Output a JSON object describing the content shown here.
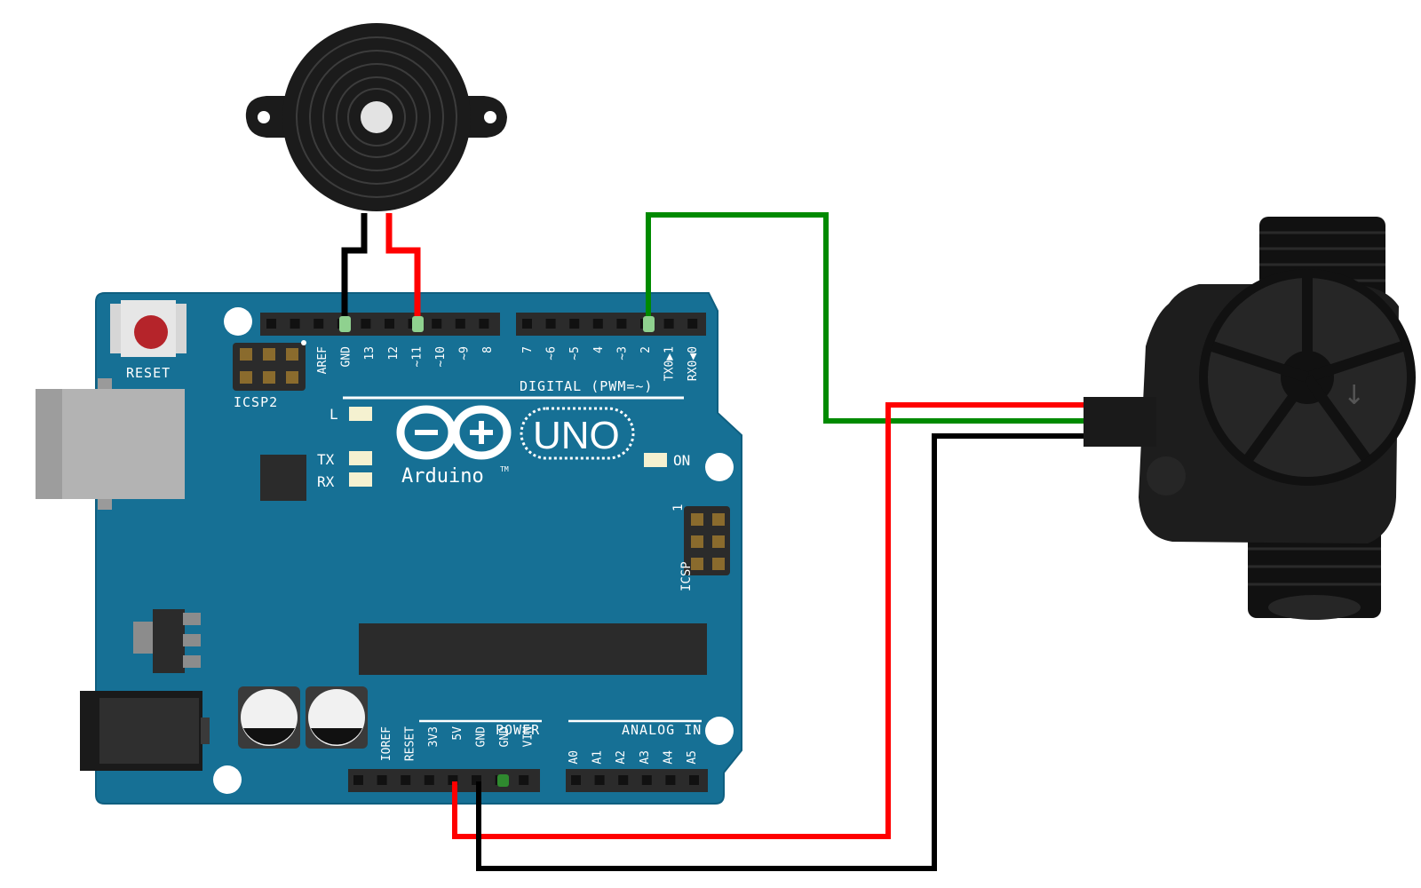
{
  "board": {
    "reset_label": "RESET",
    "icsp2_label": "ICSP2",
    "icsp_label": "ICSP",
    "icsp_pin1": "1",
    "digital_label": "DIGITAL (PWM=~)",
    "led_l": "L",
    "led_tx": "TX",
    "led_rx": "RX",
    "led_on": "ON",
    "brand_uno": "UNO",
    "brand_name": "Arduino",
    "brand_tm": "TM",
    "power_label": "POWER",
    "analog_label": "ANALOG IN",
    "top_pins": [
      "AREF",
      "GND",
      "13",
      "12",
      "~11",
      "~10",
      "~9",
      "8"
    ],
    "digital_pins": [
      "7",
      "~6",
      "~5",
      "4",
      "~3",
      "2",
      "TX0▶1",
      "RX0◀0"
    ],
    "power_pins": [
      "IOREF",
      "RESET",
      "3V3",
      "5V",
      "GND",
      "GND",
      "VIN"
    ],
    "analog_pins": [
      "A0",
      "A1",
      "A2",
      "A3",
      "A4",
      "A5"
    ]
  },
  "colors": {
    "board": "#167095",
    "board_edge": "#0f5f80",
    "wire_red": "#ff0000",
    "wire_black": "#000000",
    "wire_green": "#008a00",
    "header": "#2b2b2b",
    "component": "#1b1b1b"
  },
  "components": {
    "buzzer": "piezo-buzzer",
    "sensor": "water-flow-sensor"
  }
}
